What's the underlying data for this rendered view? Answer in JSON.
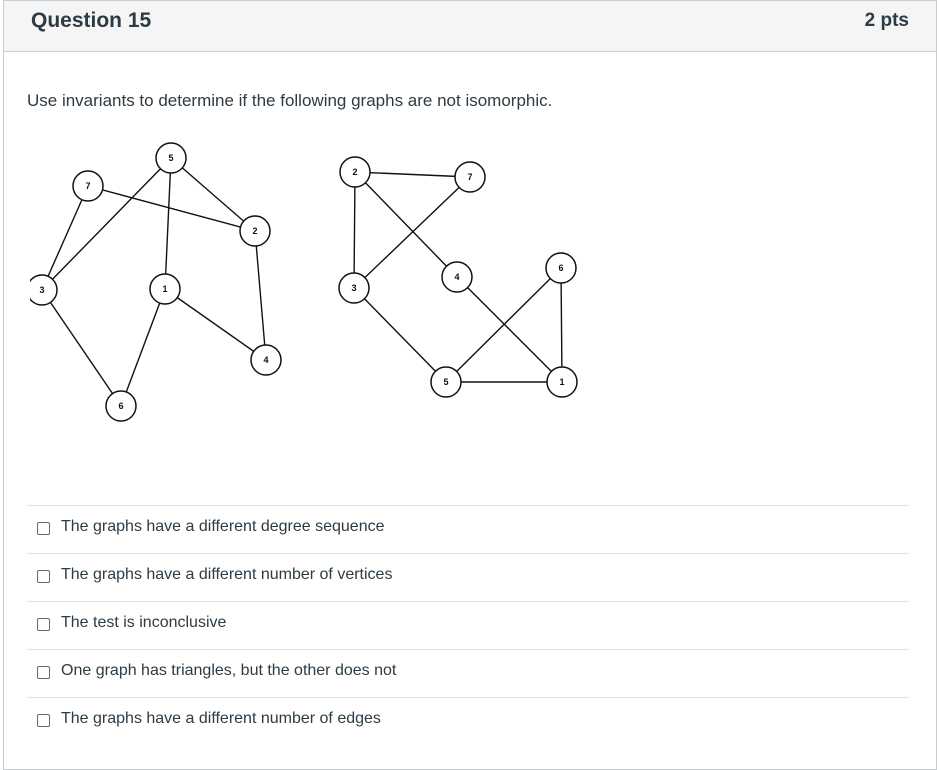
{
  "question": {
    "title": "Question 15",
    "points": "2 pts",
    "prompt": "Use invariants to determine if the following graphs are not isomorphic."
  },
  "graphs": {
    "left": {
      "vertices": [
        "5",
        "7",
        "2",
        "3",
        "1",
        "4",
        "6"
      ],
      "edges": [
        [
          "7",
          "3"
        ],
        [
          "7",
          "2"
        ],
        [
          "5",
          "3"
        ],
        [
          "5",
          "2"
        ],
        [
          "5",
          "1"
        ],
        [
          "2",
          "4"
        ],
        [
          "1",
          "4"
        ],
        [
          "1",
          "6"
        ],
        [
          "3",
          "6"
        ]
      ]
    },
    "right": {
      "vertices": [
        "2",
        "7",
        "4",
        "6",
        "3",
        "5",
        "1"
      ],
      "edges": [
        [
          "2",
          "7"
        ],
        [
          "2",
          "3"
        ],
        [
          "2",
          "4"
        ],
        [
          "7",
          "3"
        ],
        [
          "4",
          "1"
        ],
        [
          "3",
          "5"
        ],
        [
          "5",
          "6"
        ],
        [
          "5",
          "1"
        ],
        [
          "6",
          "1"
        ]
      ]
    }
  },
  "answers": [
    {
      "label": "The graphs have a different degree sequence",
      "checked": false
    },
    {
      "label": "The graphs have a different number of vertices",
      "checked": false
    },
    {
      "label": "The test is inconclusive",
      "checked": false
    },
    {
      "label": "One graph has triangles, but the other does not",
      "checked": false
    },
    {
      "label": "The graphs have a different number of edges",
      "checked": false
    }
  ]
}
